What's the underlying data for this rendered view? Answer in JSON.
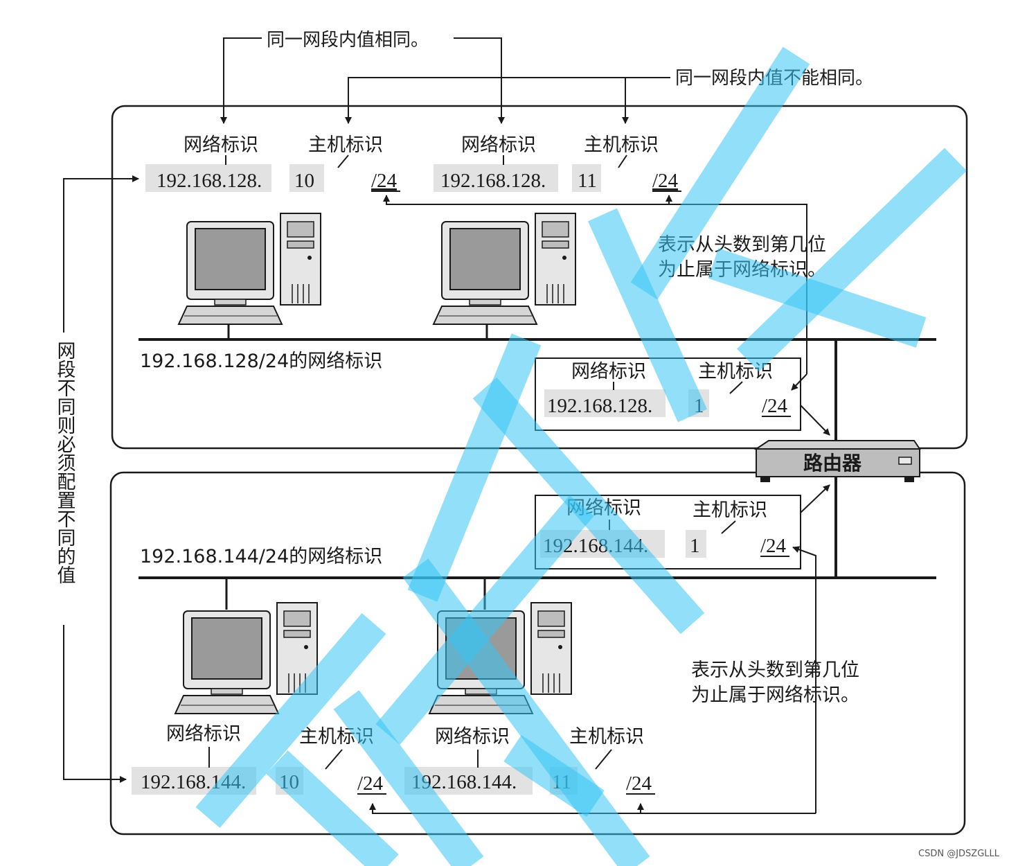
{
  "annotations": {
    "same_value_note": "同一网段内值相同。",
    "different_value_note": "同一网段内值不能相同。",
    "side_note": "网段不同则必须配置不同的值",
    "prefix_note_line1": "表示从头数到第几位",
    "prefix_note_line2": "为止属于网络标识。"
  },
  "labels": {
    "network_id": "网络标识",
    "host_id": "主机标识",
    "prefix": "/24",
    "router": "路由器"
  },
  "segment_top": {
    "caption": "192.168.128/24的网络标识",
    "host_a": {
      "network": "192.168.128.",
      "host": "10"
    },
    "host_b": {
      "network": "192.168.128.",
      "host": "11"
    },
    "router_if": {
      "network": "192.168.128.",
      "host": "1"
    }
  },
  "segment_bottom": {
    "caption": "192.168.144/24的网络标识",
    "host_a": {
      "network": "192.168.144.",
      "host": "10"
    },
    "host_b": {
      "network": "192.168.144.",
      "host": "11"
    },
    "router_if": {
      "network": "192.168.144.",
      "host": "1"
    }
  },
  "watermark": "CSDN @JDSZGLLL"
}
